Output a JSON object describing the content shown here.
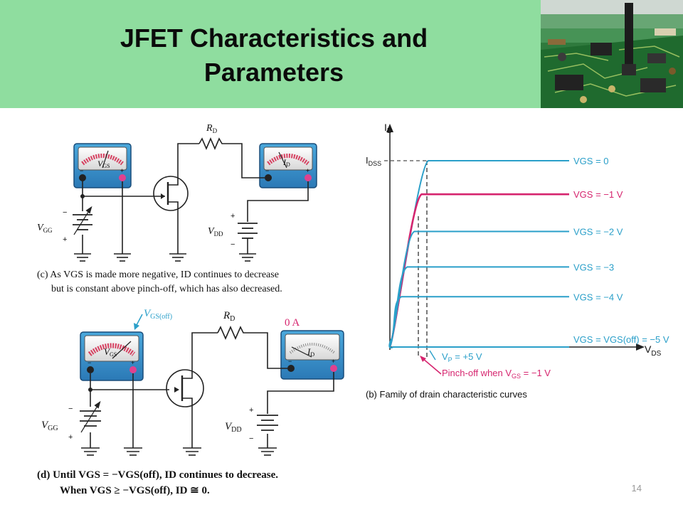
{
  "slide": {
    "title_line1": "JFET Characteristics and",
    "title_line2": "Parameters",
    "page_number": "14"
  },
  "circuit_c": {
    "meter1_label": "VGS",
    "meter2_label": "ID",
    "rd": "RD",
    "vgg": "VGG",
    "vdd": "VDD",
    "caption_line1": "(c) As VGS is made more negative, ID continues to decrease",
    "caption_line2": "but is constant above pinch-off, which has also decreased."
  },
  "circuit_d": {
    "meter1_label": "VGS",
    "meter2_label": "ID",
    "vgs_off_label": "VGS(off)",
    "zero_reading": "0 A",
    "rd": "RD",
    "vgg": "VGG",
    "vdd": "VDD",
    "caption_line1": "(d) Until VGS = −VGS(off), ID continues to decrease.",
    "caption_line2": "When VGS ≥ −VGS(off), ID ≅ 0."
  },
  "graph": {
    "y_axis": "ID",
    "x_axis": "VDS",
    "idss": "IDSS",
    "curves": [
      {
        "label": "VGS = 0",
        "color": "#2a9fc9",
        "level": 1.0
      },
      {
        "label": "VGS = −1 V",
        "color": "#d6246e",
        "level": 0.82
      },
      {
        "label": "VGS = −2 V",
        "color": "#2a9fc9",
        "level": 0.62
      },
      {
        "label": "VGS = −3",
        "color": "#2a9fc9",
        "level": 0.43
      },
      {
        "label": "VGS = −4 V",
        "color": "#2a9fc9",
        "level": 0.27
      },
      {
        "label": "VGS = VGS(off) = −5 V",
        "color": "#2a9fc9",
        "level": 0.0
      }
    ],
    "vp_label": "VP = +5 V",
    "pinchoff_label": "Pinch-off when VGS = −1 V",
    "caption": "(b) Family of drain characteristic curves"
  }
}
